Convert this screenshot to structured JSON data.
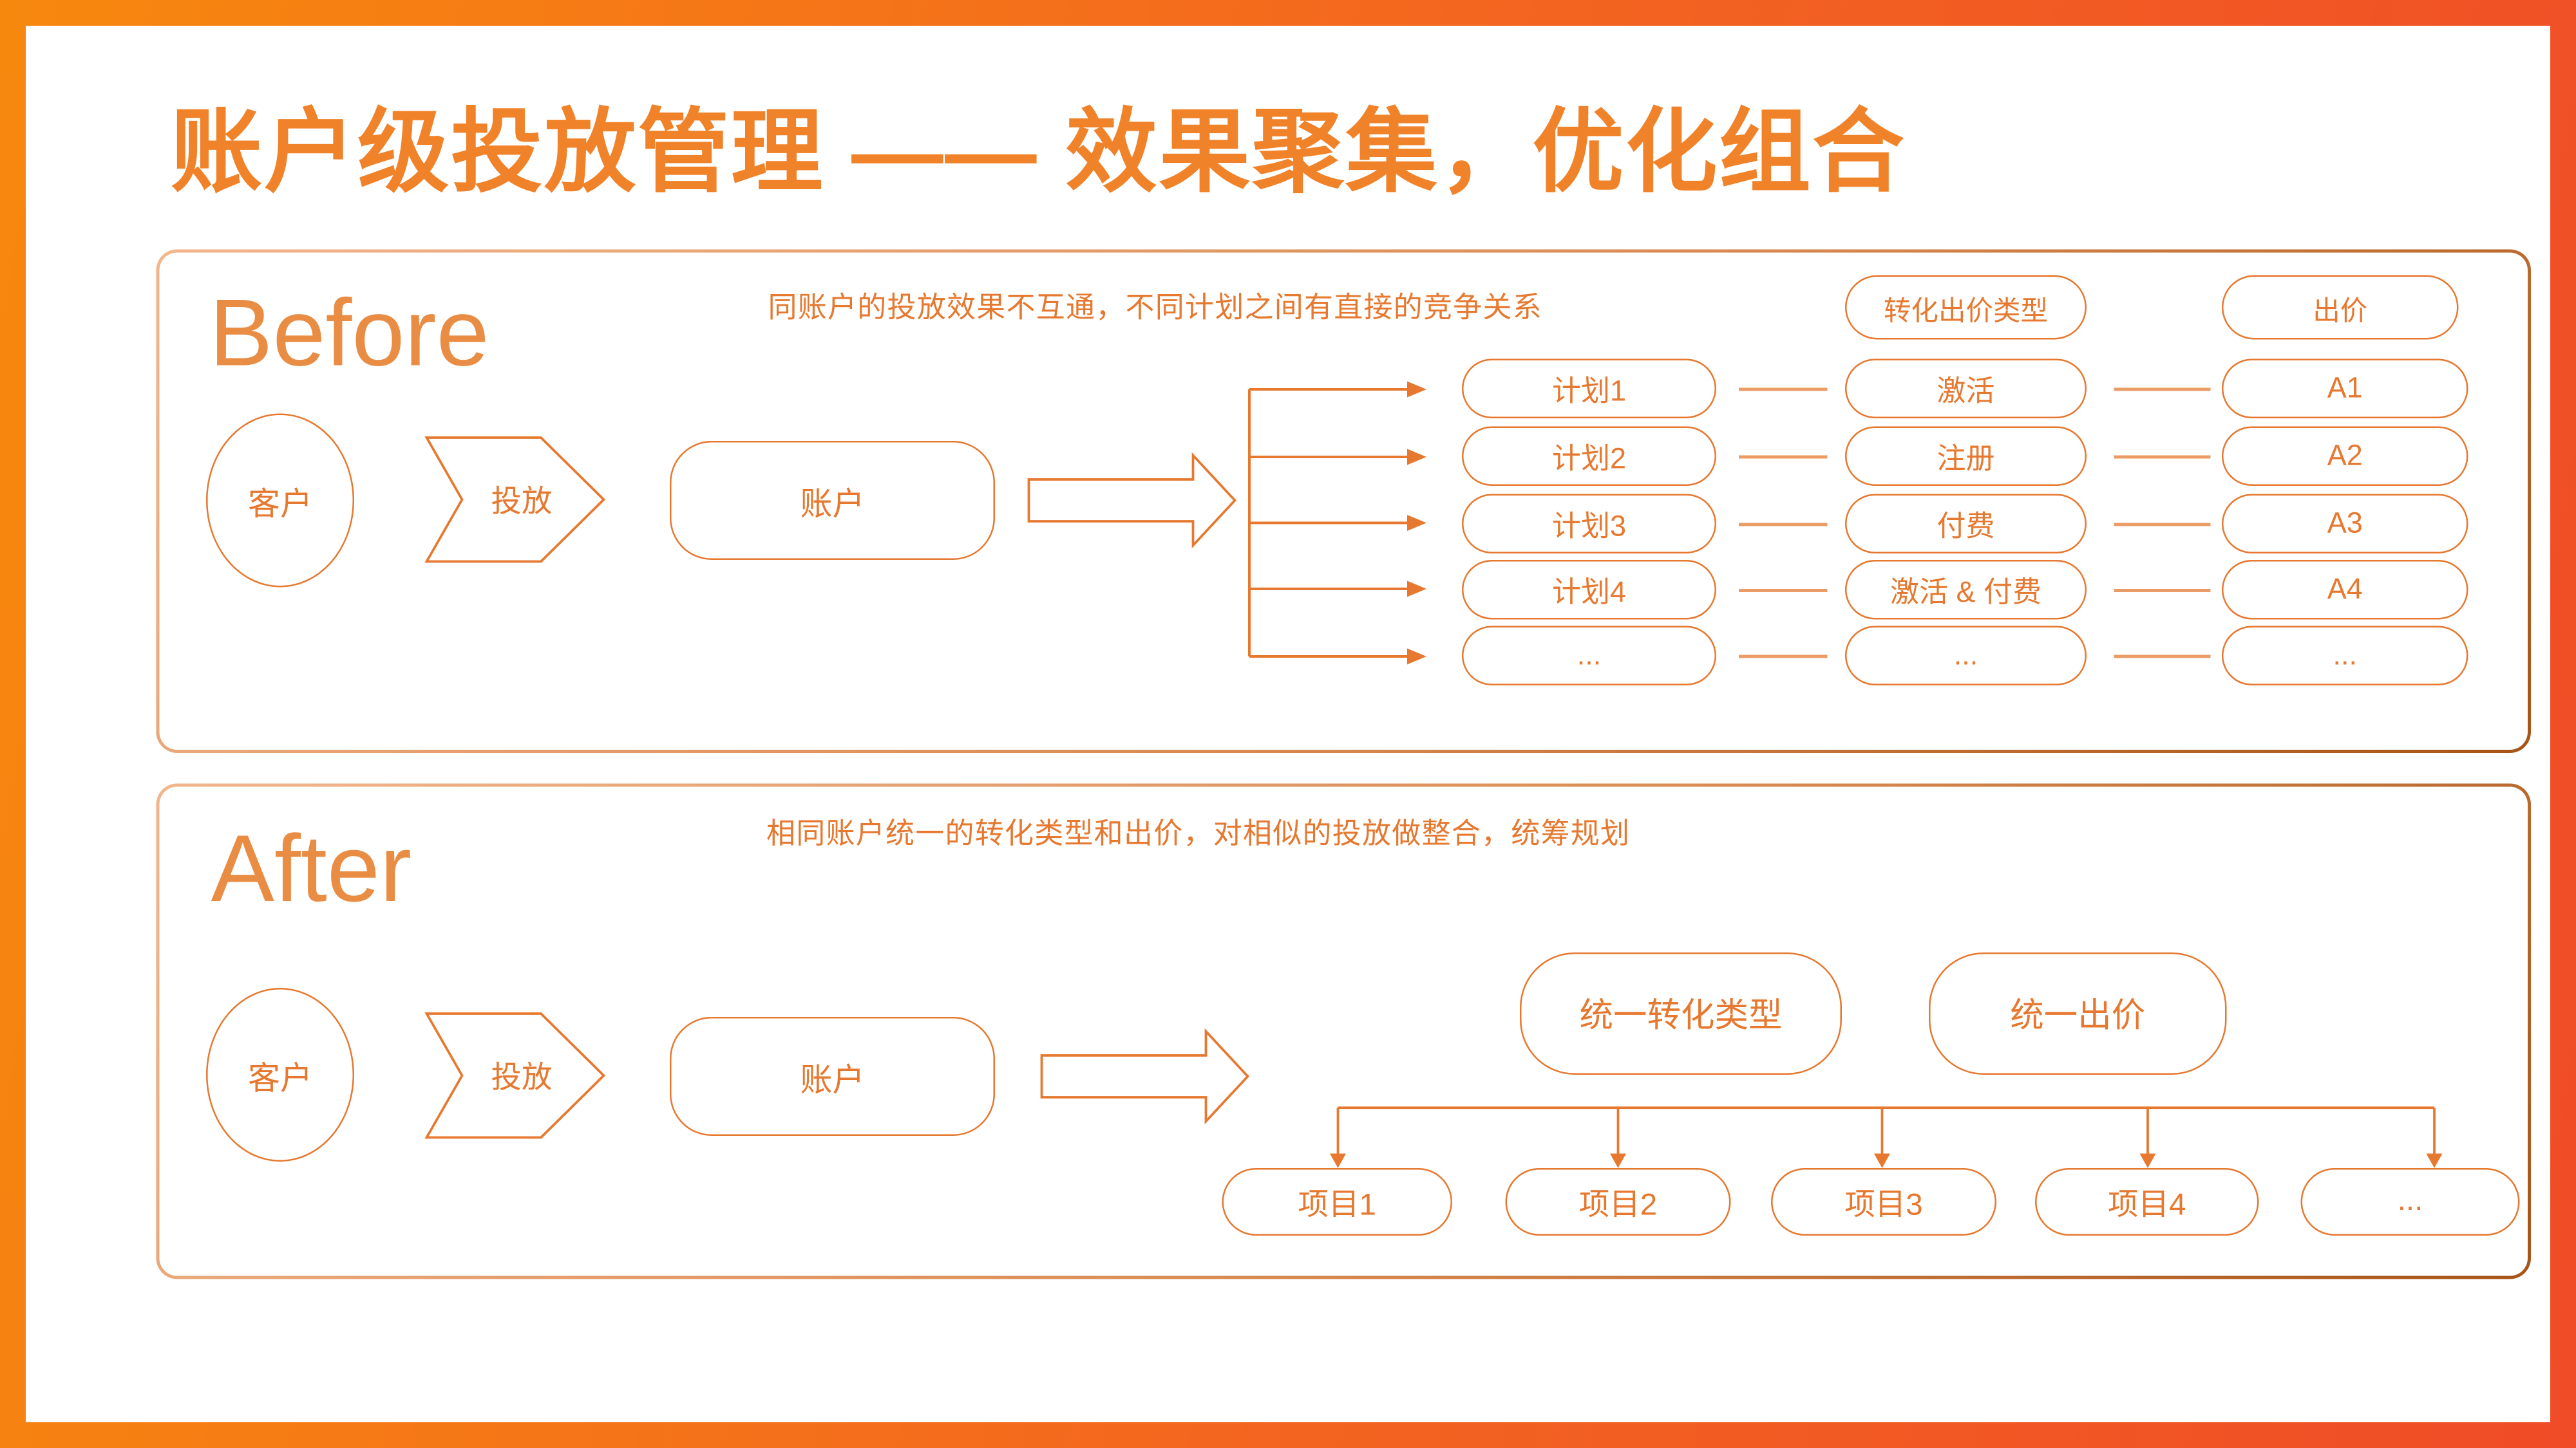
{
  "page": {
    "title": "账户级投放管理 —— 效果聚集，优化组合",
    "colors": {
      "accent": "#E6782F",
      "accent_light": "#EB9C66",
      "title_color": "#F0822A",
      "panel_heading": "#E98C44",
      "frame_gradient_start": "#F7880E",
      "frame_gradient_end": "#F04C27",
      "panel_border_start": "#F2B68C",
      "panel_border_end": "#A85418"
    }
  },
  "before": {
    "label": "Before",
    "subtitle": "同账户的投放效果不互通，不同计划之间有直接的竞争关系",
    "customer_label": "客户",
    "delivery_label": "投放",
    "account_label": "账户",
    "conversion_header": "转化出价类型",
    "bid_header": "出价",
    "rows": [
      {
        "plan": "计划1",
        "conversion": "激活",
        "bid": "A1"
      },
      {
        "plan": "计划2",
        "conversion": "注册",
        "bid": "A2"
      },
      {
        "plan": "计划3",
        "conversion": "付费",
        "bid": "A3"
      },
      {
        "plan": "计划4",
        "conversion": "激活 & 付费",
        "bid": "A4"
      },
      {
        "plan": "...",
        "conversion": "...",
        "bid": "..."
      }
    ]
  },
  "after": {
    "label": "After",
    "subtitle": "相同账户统一的转化类型和出价，对相似的投放做整合，统筹规划",
    "customer_label": "客户",
    "delivery_label": "投放",
    "account_label": "账户",
    "unified_conversion": "统一转化类型",
    "unified_bid": "统一出价",
    "projects": [
      "项目1",
      "项目2",
      "项目3",
      "项目4",
      "..."
    ]
  }
}
